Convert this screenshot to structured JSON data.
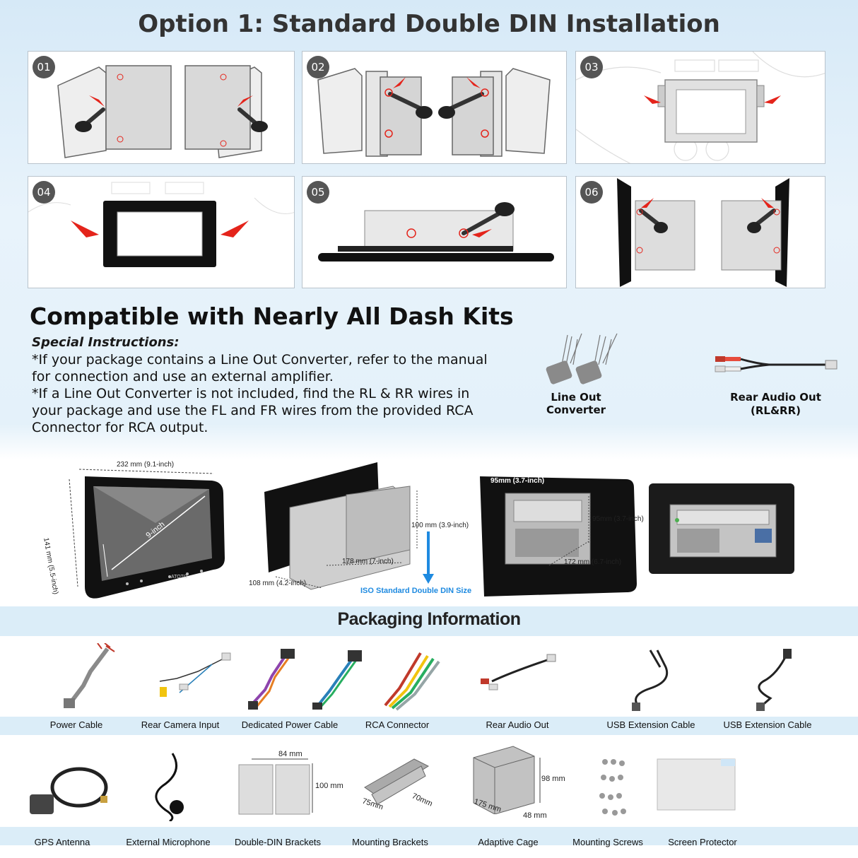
{
  "title": "Option 1: Standard Double DIN Installation",
  "steps": [
    "01",
    "02",
    "03",
    "04",
    "05",
    "06"
  ],
  "compat": {
    "heading": "Compatible with Nearly All Dash Kits",
    "special_label": "Special Instructions:",
    "line1": "*If your package contains a Line Out Converter, refer to the manual for connection and use an external amplifier.",
    "line2": "*If a Line Out Converter is not included, find the RL & RR wires in your package and use the FL and FR wires from the provided RCA Connector for RCA output."
  },
  "accessories": {
    "line_out": "Line Out Converter",
    "rear_audio_line1": "Rear Audio Out",
    "rear_audio_line2": "(RL&RR)"
  },
  "dimensions": {
    "width": "232 mm (9.1-inch)",
    "height": "141 mm (5.5-inch)",
    "diag": "9-inch",
    "depth_cage": "108 mm (4.2-inch)",
    "width_cage": "178 mm (7-inch)",
    "height_cage": "100 mm (3.9-inch)",
    "iso": "ISO Standard Double DIN Size",
    "rear_w": "95mm (3.7-inch)",
    "rear_h": "95mm (3.7-inch)",
    "rear_d": "172 mm (6.7-inch)",
    "brand": "ATOTO"
  },
  "packaging": {
    "title": "Packaging Information",
    "row1": [
      "Power Cable",
      "Rear Camera Input",
      "Dedicated Power Cable",
      "RCA Connector",
      "Rear Audio Out",
      "USB Extension Cable",
      "USB Extension Cable"
    ],
    "row2": [
      "GPS Antenna",
      "External Microphone",
      "Double-DIN Brackets",
      "Mounting Brackets",
      "Adaptive Cage",
      "Mounting Screws",
      "Screen Protector"
    ],
    "brackets_dims": [
      "84 mm",
      "100 mm"
    ],
    "mount_dims": [
      "75mm",
      "70mm"
    ],
    "cage_dims": [
      "98 mm",
      "175 mm",
      "48 mm"
    ]
  },
  "colors": {
    "accent_red": "#e4241b",
    "iso_blue": "#1e8ae0",
    "band": "#dbedf8"
  }
}
